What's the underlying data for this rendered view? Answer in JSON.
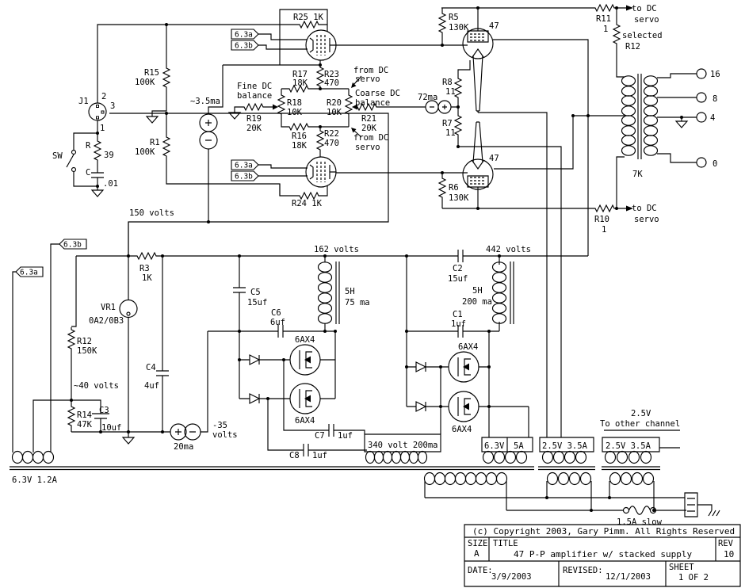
{
  "title_block": {
    "copyright": "(c) Copyright 2003, Gary Pimm. All Rights Reserved",
    "size_label": "SIZE",
    "size": "A",
    "title_label": "TITLE",
    "title": "47 P-P amplifier w/ stacked supply",
    "rev_label": "REV",
    "rev": "10",
    "date_label": "DATE:",
    "date": "3/9/2003",
    "revised_label": "REVISED:",
    "revised": "12/1/2003",
    "sheet_label": "SHEET",
    "sheet": "1 OF 2"
  },
  "labels": {
    "r25": "R25 1K",
    "r24": "R24 1K",
    "tag_a": "6.3a",
    "tag_b": "6.3b",
    "r15": "R15",
    "r1": "R1",
    "r100k": "100K",
    "j1": "J1",
    "pin2": "2",
    "pin3": "3",
    "pin1": "1",
    "sw": "SW",
    "r": "R",
    "r39": "39",
    "c": "C",
    "c01": ".01",
    "v150": "150 volts",
    "i3_5": "~3.5ma",
    "fine_dc": "Fine DC",
    "balance": "balance",
    "coarse_dc": "Coarse DC",
    "r19": "R19",
    "r20k": "20K",
    "r17": "R17",
    "r18k": "18K",
    "r23": "R23",
    "r470": "470",
    "from_dc": "from DC",
    "servo": "servo",
    "r18": "R18",
    "r10k": "10K",
    "r20": "R20",
    "r21": "R21",
    "r16": "R16",
    "r22": "R22",
    "r5": "R5",
    "r130k": "130K",
    "r6": "R6",
    "t47": "47",
    "r8": "R8",
    "r7": "R7",
    "r11ohm": "11",
    "i72": "72ma",
    "r11": "R11",
    "r1ohm": "1",
    "r10": "R10",
    "to_dc": "to DC",
    "selected": "selected",
    "r12": "R12",
    "tap16": "16",
    "tap8": "8",
    "tap4": "4",
    "tap0": "0",
    "z7k": "7K",
    "r3": "R3",
    "r1k": "1K",
    "vr1": "VR1",
    "vr1_type": "0A2/0B3",
    "r150k": "150K",
    "v40": "~40 volts",
    "r14": "R14",
    "r47k": "47K",
    "c3": "C3",
    "c10uf": "10uf",
    "c4": "C4",
    "c4uf": "4uf",
    "v162": "162 volts",
    "c5": "C5",
    "c15uf": "15uf",
    "c6": "C6",
    "c6uf": "6uf",
    "choke_5h": "5H",
    "choke75": "75 ma",
    "choke200": "200 ma",
    "t6ax4": "6AX4",
    "v35a": "-35",
    "volts": "volts",
    "i20": "20ma",
    "c7": "C7",
    "c8": "C8",
    "c1uf": "1uf",
    "v340": "340 volt 200ma",
    "c2": "C2",
    "c1": "C1",
    "v442": "442 volts",
    "w63": "6.3V",
    "w5a": "5A",
    "w25": "2.5V 3.5A",
    "other_v": "2.5V",
    "other": "To other channel",
    "w63b": "6.3V 1.2A",
    "fuse": "1.5A slow"
  }
}
